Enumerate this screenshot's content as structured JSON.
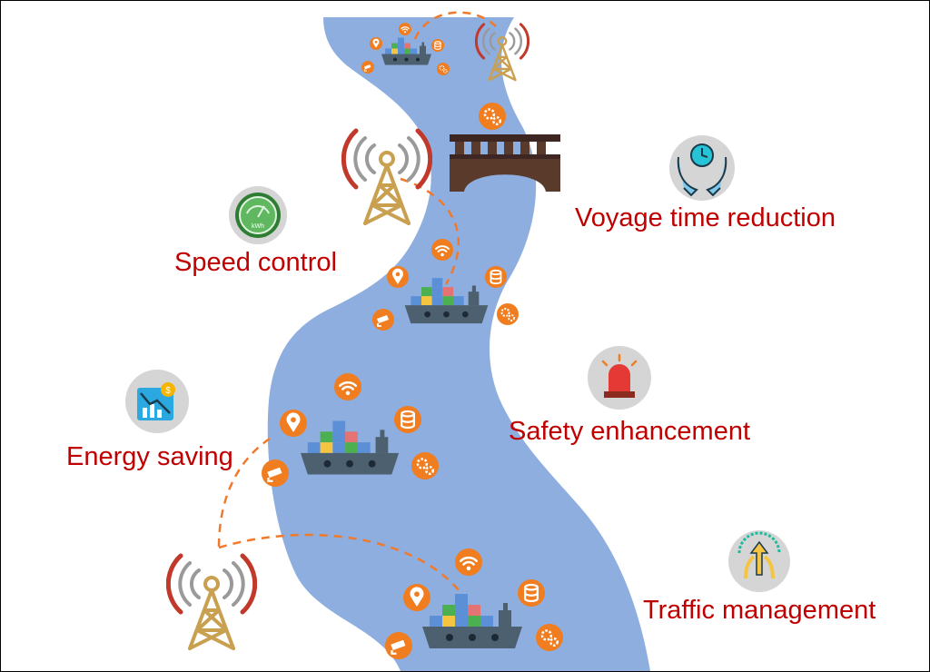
{
  "colors": {
    "river": "#8eaee0",
    "label_text": "#c00000",
    "accent_orange": "#f07d1f",
    "link_dash": "#ef7a2c",
    "tower": "#c8a050",
    "tower_wave_inner": "#9a9a9a",
    "tower_wave_outer": "#c0392b",
    "ship_hull": "#4d6070",
    "bridge": "#5a3a2a",
    "badge_bg": "#d5d5d5"
  },
  "benefits": {
    "voyage_time_reduction": {
      "label": "Voyage time reduction",
      "icon": "hands-clock-icon"
    },
    "speed_control": {
      "label": "Speed control",
      "icon": "kwh-meter-icon"
    },
    "safety_enhancement": {
      "label": "Safety enhancement",
      "icon": "alarm-siren-icon"
    },
    "energy_saving": {
      "label": "Energy saving",
      "icon": "cost-down-chart-icon"
    },
    "traffic_management": {
      "label": "Traffic management",
      "icon": "route-arrows-icon"
    }
  },
  "ship_icons": [
    "wifi-icon",
    "location-pin-icon",
    "database-icon",
    "gears-icon",
    "cctv-camera-icon"
  ]
}
